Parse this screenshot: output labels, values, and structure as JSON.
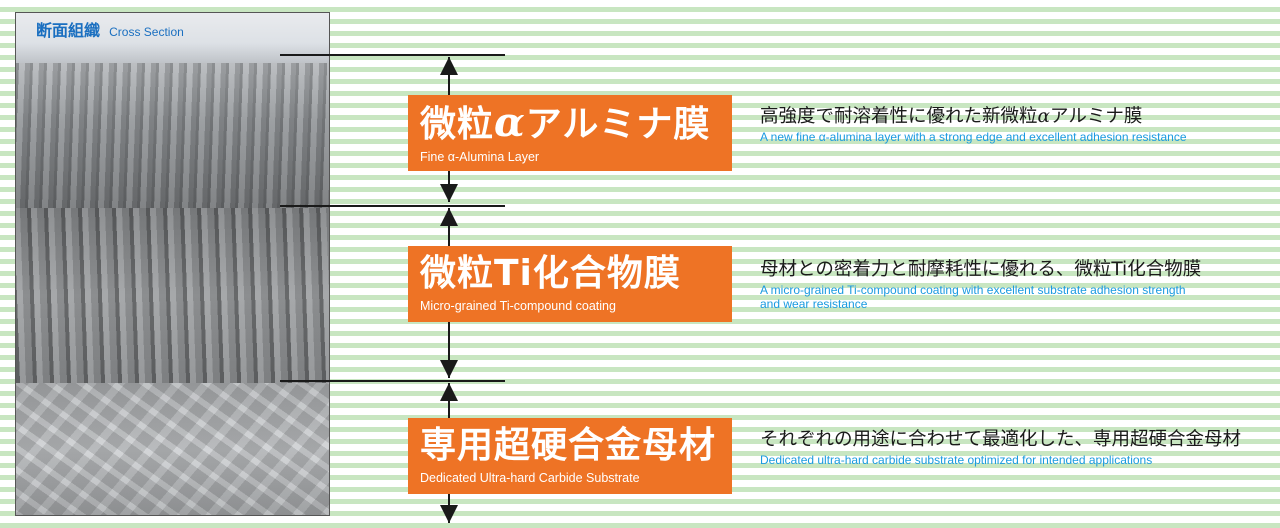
{
  "colors": {
    "accent_orange": "#ee7325",
    "title_blue": "#1a6fc0",
    "description_blue": "#1a9ae0",
    "stripe_green": "#c8e6c1"
  },
  "photo": {
    "title_jp": "断面組織",
    "title_en": "Cross Section"
  },
  "layers": [
    {
      "name_jp_pre": "微粒",
      "name_jp_alpha": "α",
      "name_jp_post": "アルミナ膜",
      "name_en": "Fine α-Alumina Layer",
      "desc_jp_pre": "高強度で耐溶着性に優れた新微粒",
      "desc_jp_alpha": "α",
      "desc_jp_post": "アルミナ膜",
      "desc_en": "A new fine α-alumina layer with a strong edge and excellent adhesion resistance"
    },
    {
      "name_jp": "微粒Ti化合物膜",
      "name_en": "Micro-grained Ti-compound coating",
      "desc_jp": "母材との密着力と耐摩耗性に優れる、微粒Ti化合物膜",
      "desc_en": "A micro-grained Ti-compound coating with excellent substrate adhesion strength and wear resistance"
    },
    {
      "name_jp": "専用超硬合金母材",
      "name_en": "Dedicated Ultra-hard Carbide Substrate",
      "desc_jp": "それぞれの用途に合わせて最適化した、専用超硬合金母材",
      "desc_en": "Dedicated ultra-hard carbide substrate optimized for intended applications"
    }
  ]
}
